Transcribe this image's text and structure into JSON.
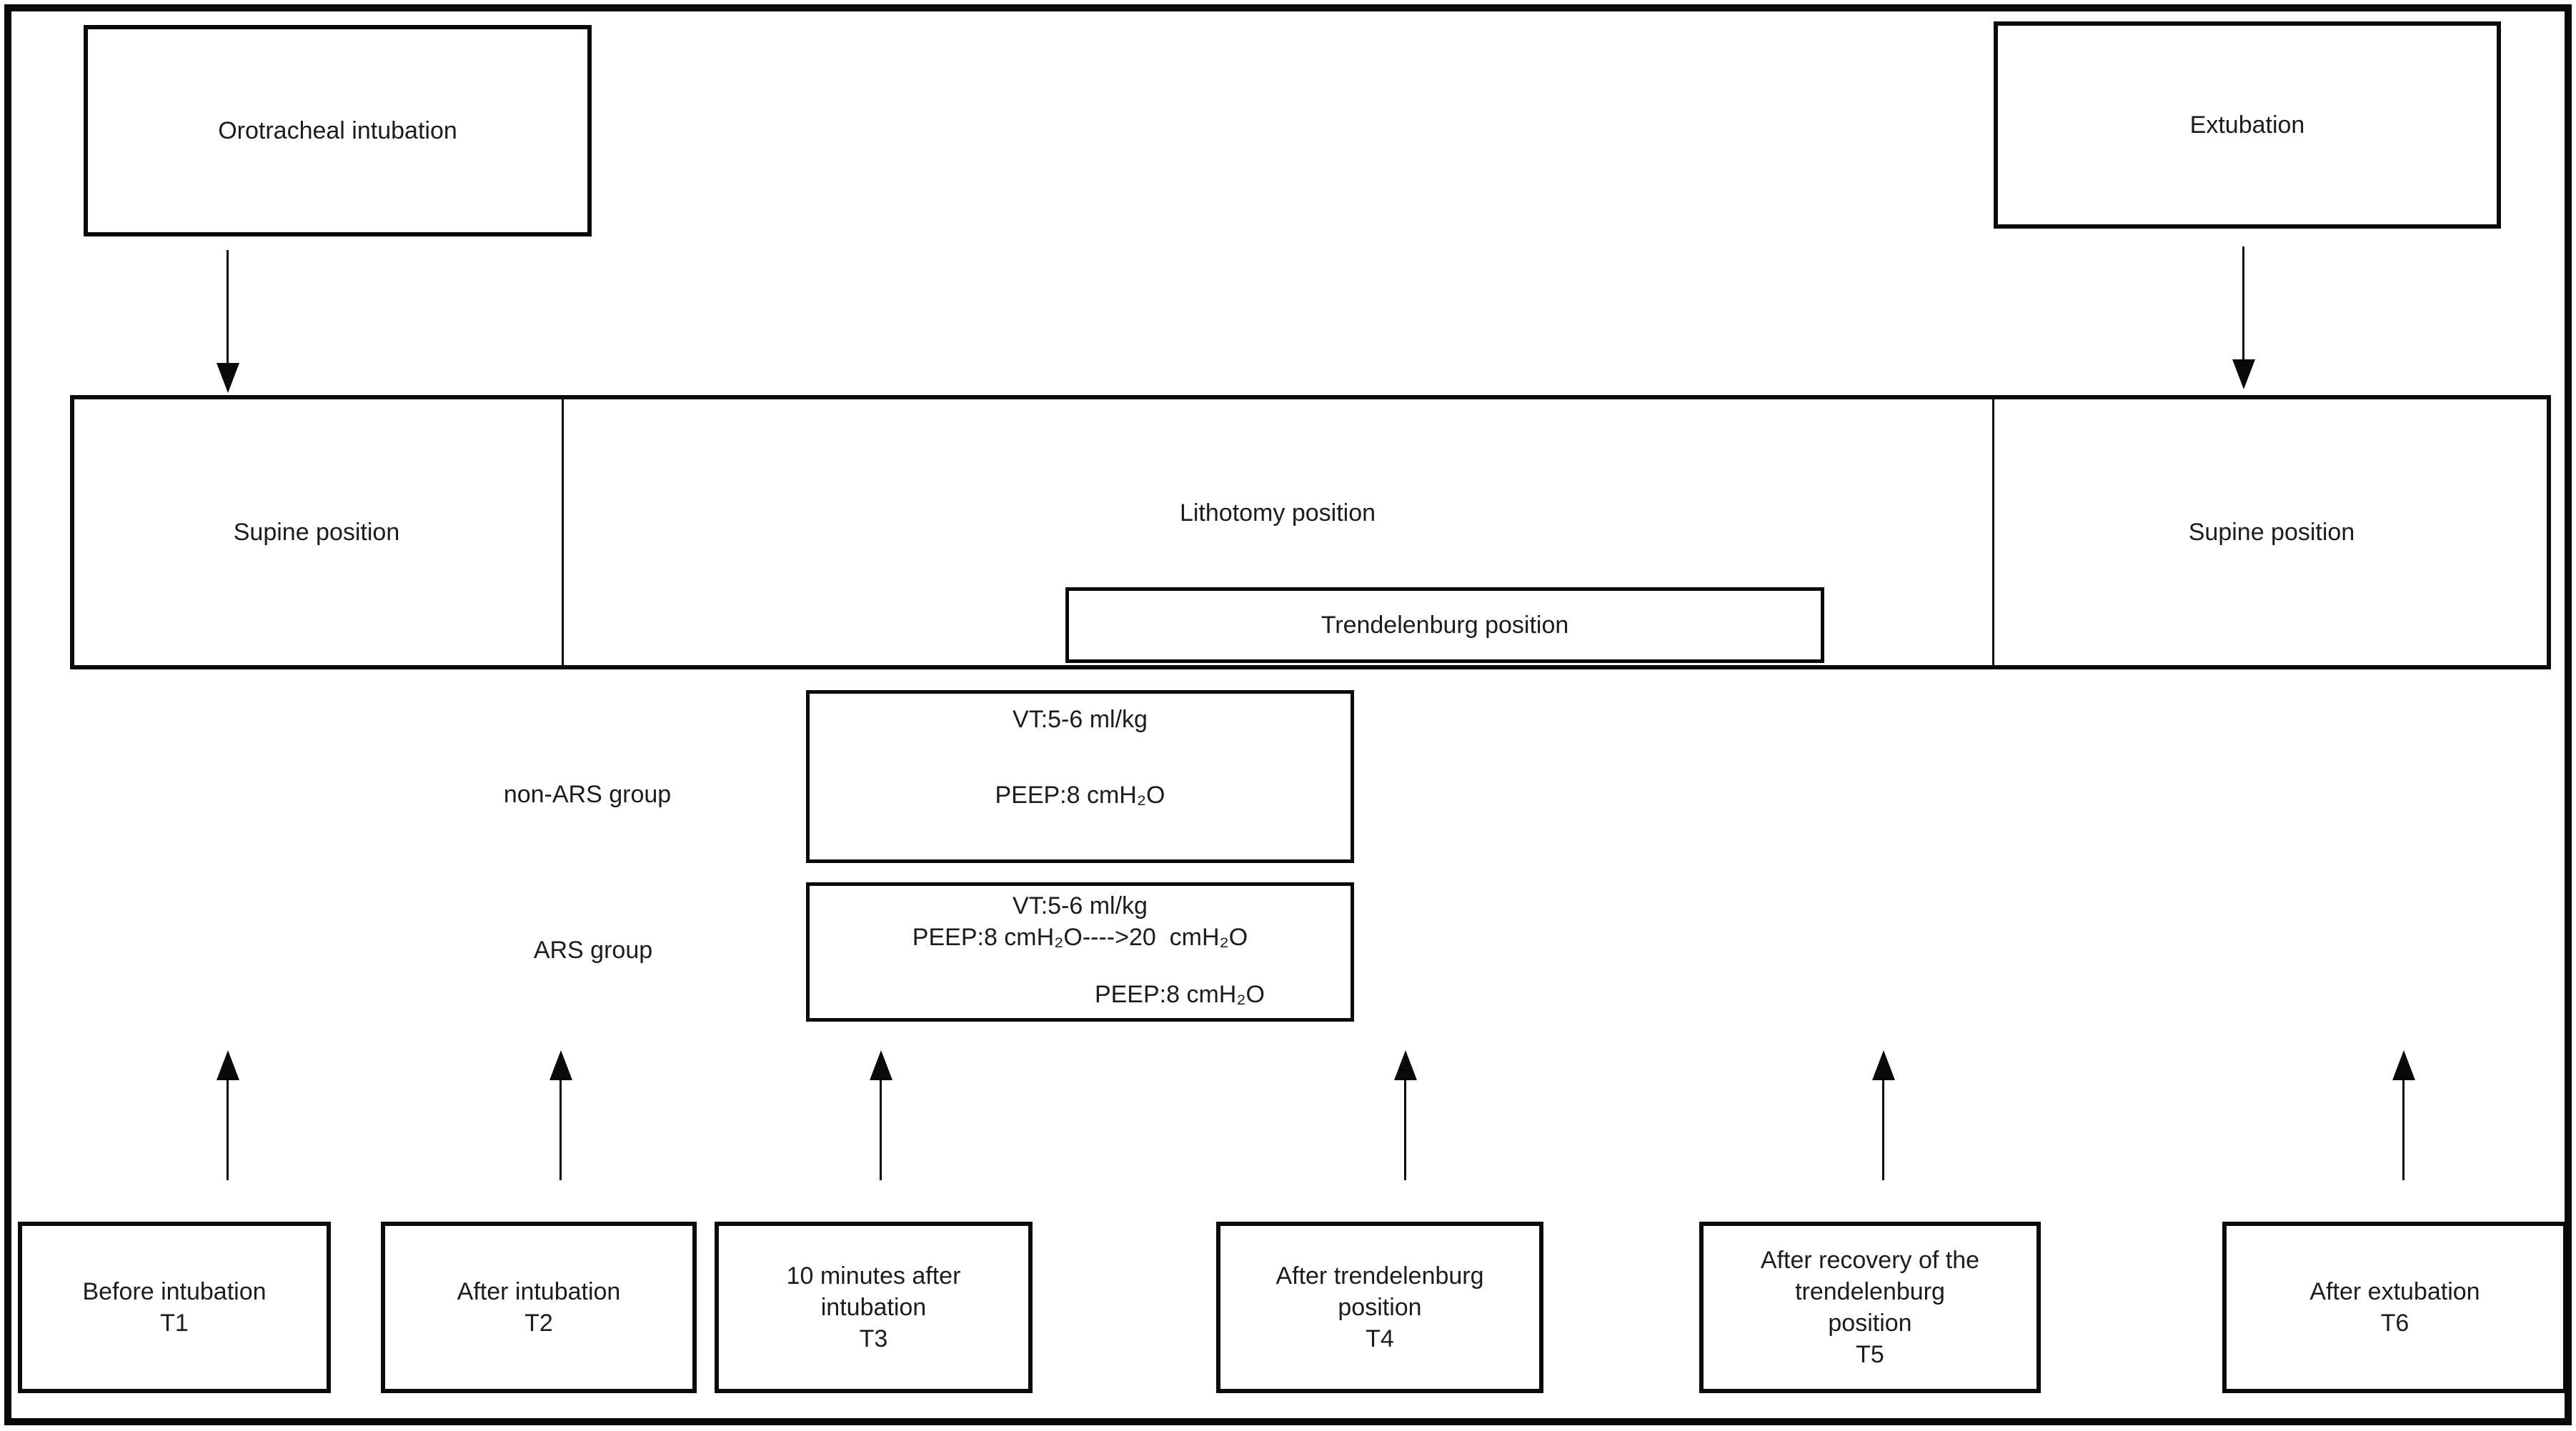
{
  "figure": {
    "colors": {
      "border": "#0a0a0a",
      "text": "#1c1c1c",
      "background": "#ffffff"
    },
    "top_boxes": {
      "orotracheal": "Orotracheal intubation",
      "extubation": "Extubation"
    },
    "position_band": {
      "segment1": "Supine position",
      "segment2": "Lithotomy position",
      "trendelenburg": "Trendelenburg position",
      "segment3": "Supine position"
    },
    "groups": {
      "non_ars_label": "non-ARS group",
      "non_ars_line1": "VT:5-6 ml/kg",
      "non_ars_line2": "PEEP:8 cmH₂O",
      "ars_label": "ARS group",
      "ars_line1": "VT:5-6 ml/kg",
      "ars_line2": "PEEP:8 cmH₂O---->20  cmH₂O",
      "ars_line3": "PEEP:8 cmH₂O"
    },
    "timepoints": [
      {
        "label": "Before intubation\nT1"
      },
      {
        "label": "After intubation\nT2"
      },
      {
        "label": "10 minutes after\nintubation\nT3"
      },
      {
        "label": "After trendelenburg\nposition\nT4"
      },
      {
        "label": "After recovery of the\ntrendelenburg\nposition\nT5"
      },
      {
        "label": "After extubation\nT6"
      }
    ]
  }
}
